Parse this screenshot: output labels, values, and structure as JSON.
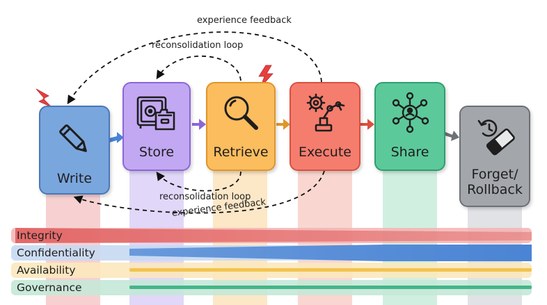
{
  "stages": [
    {
      "label": "Write",
      "icon": "pencil-icon",
      "color": "#7aa6de",
      "border": "#4a77b8",
      "fill_bg": "#f6c9c9"
    },
    {
      "label": "Store",
      "icon": "safe-with-folder-icon",
      "color": "#c2a8f2",
      "border": "#8c66d9",
      "fill_bg": "#dcd0f7"
    },
    {
      "label": "Retrieve",
      "icon": "magnifier-icon",
      "color": "#fbbd5e",
      "border": "#e0962a",
      "fill_bg": "#fbe3bd"
    },
    {
      "label": "Execute",
      "icon": "robot-arm-with-gear-icon",
      "color": "#f57d6e",
      "border": "#d9503f",
      "fill_bg": "#f8d0c8"
    },
    {
      "label": "Share",
      "icon": "network-user-icon",
      "color": "#5cc99b",
      "border": "#2f9e6f",
      "fill_bg": "#c9ecdc"
    },
    {
      "label": "Forget/\nRollback",
      "icon": "eraser-history-icon",
      "color": "#a3a6ab",
      "border": "#6d7075",
      "fill_bg": "#dcdde0"
    }
  ],
  "flows": {
    "experience_feedback": "experience feedback",
    "reconsolidation_loop": "reconsolidation loop"
  },
  "bands": [
    {
      "label": "Integrity",
      "color": "#e05b5b"
    },
    {
      "label": "Confidentiality",
      "color": "#4a84d4"
    },
    {
      "label": "Availability",
      "color": "#f3c34f"
    },
    {
      "label": "Governance",
      "color": "#45b58a"
    }
  ],
  "alerts": [
    "lightning-warning-icon",
    "lightning-warning-icon"
  ]
}
